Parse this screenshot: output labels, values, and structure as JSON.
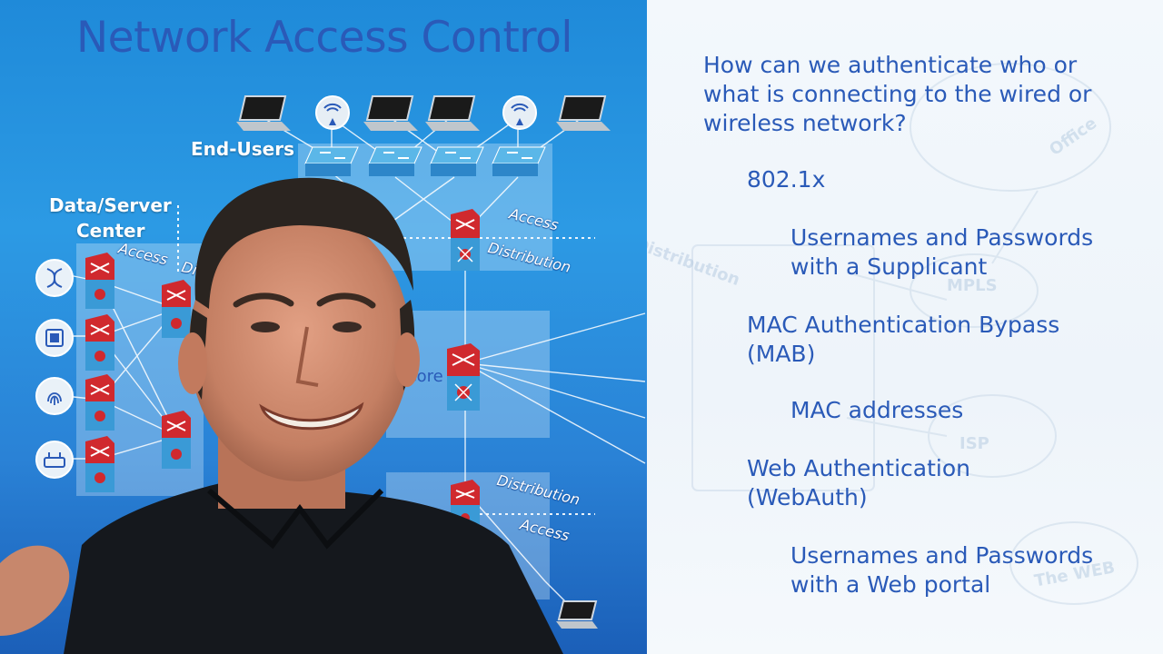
{
  "slide": {
    "title": "Network Access Control",
    "diagram_labels": {
      "end_users": "End-Users",
      "data_center_line1": "Data/Server",
      "data_center_line2": "Center",
      "access_top": "Access",
      "distribution_top": "Distribution",
      "access_dc": "Access",
      "distribution_dc": "Di",
      "core": "Core",
      "distribution_bottom": "Distribution",
      "access_bottom": "Access"
    },
    "ghost_labels": {
      "office": "Office",
      "mpls": "MPLS",
      "isp": "ISP",
      "web": "The WEB",
      "distribution": "Distribution"
    },
    "question_line1": "How can we authenticate who or",
    "question_line2": "what is connecting to the wired or",
    "question_line3": "wireless network?",
    "items": [
      {
        "text": "802.1x"
      },
      {
        "text": "Usernames and Passwords"
      },
      {
        "text": "with a Supplicant"
      },
      {
        "text": "MAC Authentication Bypass"
      },
      {
        "text": "(MAB)"
      },
      {
        "text": "MAC addresses"
      },
      {
        "text": "Web Authentication"
      },
      {
        "text": "(WebAuth)"
      },
      {
        "text": "Usernames and Passwords"
      },
      {
        "text": "with a Web portal"
      }
    ]
  },
  "colors": {
    "text_blue": "#2a5ab8",
    "left_bg": "#1f8ad9",
    "right_bg": "#f3f8fc",
    "router_red": "#d0292e",
    "switch_blue": "#3a9ad6"
  }
}
